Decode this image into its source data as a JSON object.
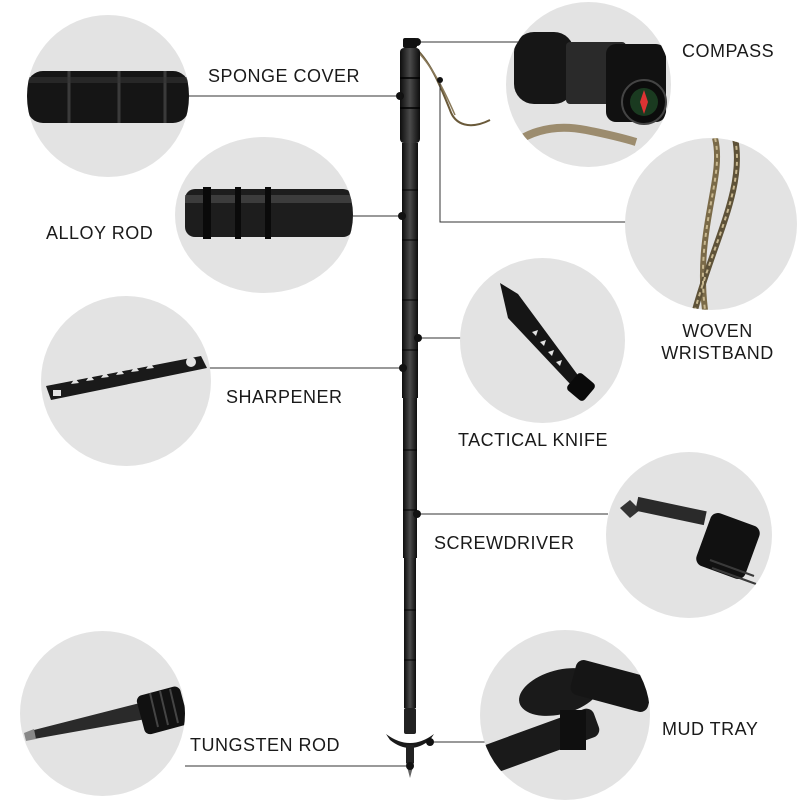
{
  "labels": {
    "sponge_cover": "SPONGE COVER",
    "alloy_rod": "ALLOY ROD",
    "sharpener": "SHARPENER",
    "tungsten_rod": "TUNGSTEN ROD",
    "compass": "COMPASS",
    "woven_wristband_line1": "WOVEN",
    "woven_wristband_line2": "WRISTBAND",
    "tactical_knife": "TACTICAL KNIFE",
    "screwdriver": "SCREWDRIVER",
    "mud_tray": "MUD TRAY"
  },
  "colors": {
    "background": "#ffffff",
    "circle_fill": "#e3e3e3",
    "pole": "#1c1c1c",
    "line": "#333333",
    "text": "#1a1a1a"
  },
  "icons": [
    "sponge-grip-icon",
    "alloy-rod-icon",
    "sharpener-blade-icon",
    "tungsten-tip-icon",
    "compass-icon",
    "woven-cord-icon",
    "tactical-knife-icon",
    "screwdriver-icon",
    "mud-tray-icon",
    "trekking-pole-icon"
  ]
}
